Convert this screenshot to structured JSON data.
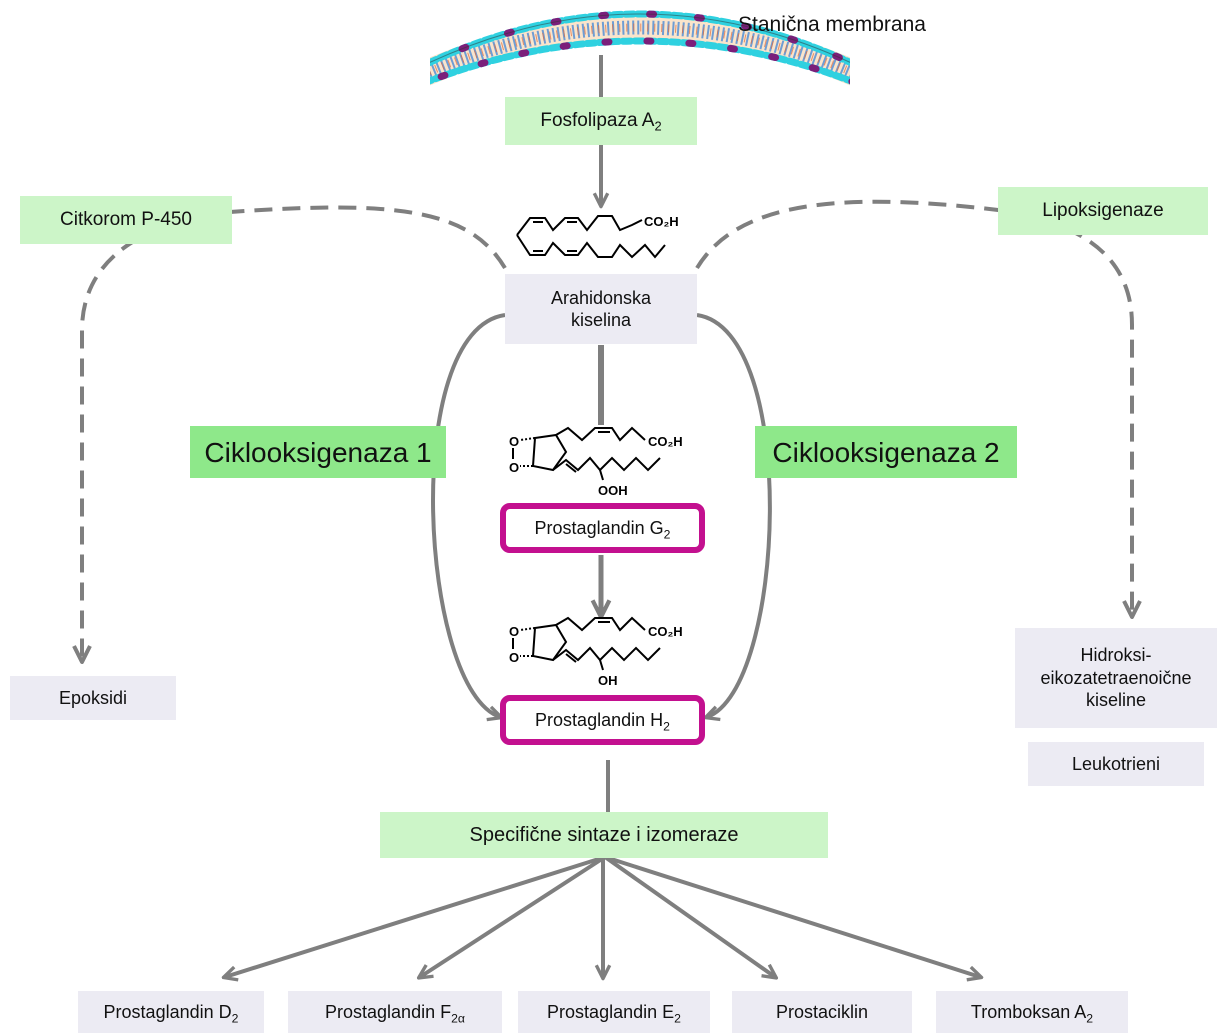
{
  "membrane": {
    "label": "Stanična membrana"
  },
  "enzymes": {
    "phospholipase": {
      "text": "Fosfolipaza A",
      "sub": "2"
    },
    "cytochrome": "Citkorom P-450",
    "lipoxygenase": "Lipoksigenaze",
    "cox1": "Ciklooksigenaza 1",
    "cox2": "Ciklooksigenaza 2",
    "synthases": "Specifične sintaze i izomeraze"
  },
  "intermediates": {
    "arachidonic": {
      "line1": "Arahidonska",
      "line2": "kiselina"
    },
    "pgg2": {
      "text": "Prostaglandin G",
      "sub": "2"
    },
    "pgh2": {
      "text": "Prostaglandin H",
      "sub": "2"
    }
  },
  "side_products": {
    "epoxides": "Epoksidi",
    "hete": {
      "line1": "Hidroksi-",
      "line2": "eikozatetraenoične",
      "line3": "kiseline"
    },
    "leukotrienes": "Leukotrieni"
  },
  "chem": {
    "co2h": "CO₂H",
    "ooh": "OOH",
    "oh": "OH",
    "o": "O"
  },
  "products": [
    {
      "text": "Prostaglandin D",
      "sub": "2"
    },
    {
      "text": "Prostaglandin F",
      "sub": "2α"
    },
    {
      "text": "Prostaglandin E",
      "sub": "2"
    },
    {
      "text": "Prostaciklin",
      "sub": ""
    },
    {
      "text": "Tromboksan A",
      "sub": "2"
    }
  ],
  "colors": {
    "enzyme_bg": "#ccf5c8",
    "cox_bg": "#8ee88a",
    "compound_bg": "#ecebf3",
    "prostaglandin_border": "#c3108f",
    "arrow": "#7f7f7f"
  }
}
